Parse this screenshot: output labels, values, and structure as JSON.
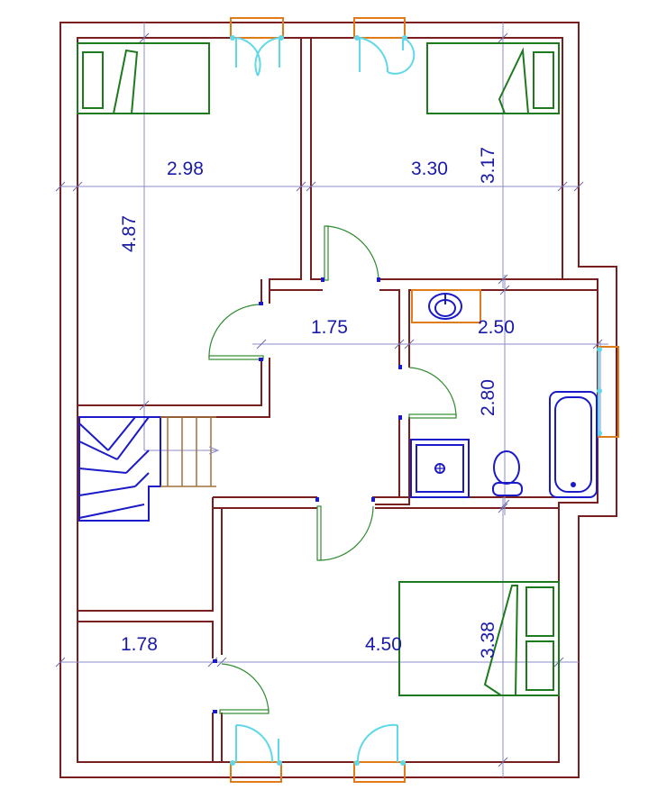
{
  "rooms": {
    "bedroom_top_left": {
      "width_label": "2.98",
      "length_label": "4.87"
    },
    "bedroom_top_right": {
      "width_label": "3.30",
      "length_label": "3.17"
    },
    "hall": {
      "width_label": "1.75"
    },
    "bathroom": {
      "width_label": "2.50",
      "length_label": "2.80"
    },
    "bedroom_bottom": {
      "width_label": "4.50",
      "length_label": "3.38"
    },
    "small_room": {
      "width_label": "1.78"
    }
  },
  "colors": {
    "wall": "#7a1f1f",
    "dimension": "#8c8cc8",
    "text": "#1a1aa8",
    "door_swing": "#2e8b2e",
    "window_frame": "#e07b1a",
    "window_leaf": "#5fd8e8",
    "furniture": "#1f7a1f",
    "fixtures": "#1a1ac8",
    "stairs": "#a0703c"
  }
}
